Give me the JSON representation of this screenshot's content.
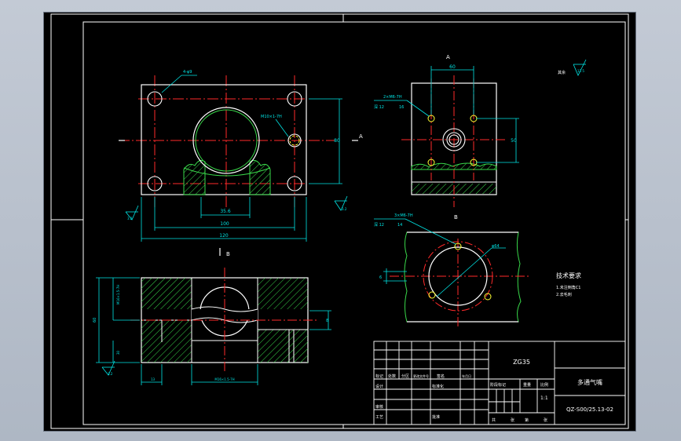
{
  "colors": {
    "background": "#000000",
    "outline": "#ffffff",
    "centerline": "#ff2a2a",
    "dimension": "#00e5e5",
    "section": "#39d84a",
    "thread": "#ffff33"
  },
  "drawing": {
    "front_view": {
      "dim_bottom_inner": "35.6",
      "dim_bottom_mid": "100",
      "dim_bottom_outer": "120",
      "dim_right": "80",
      "section_label": "A",
      "roughness_left": "3.2",
      "roughness_right": "3.2",
      "note_hole": "4-φ9",
      "note_thread": "M10×1-7H"
    },
    "side_view": {
      "view_label": "A",
      "dim_top": "60",
      "dim_right": "50",
      "note_thread": "2×M6-7H",
      "note_depth": "深 12",
      "note_depth2": "16"
    },
    "section_view": {
      "section_label": "B",
      "dim_left_total": "60",
      "dim_left_upper": "M16×1.5-7H",
      "dim_left_lower": "30",
      "dim_right": "8",
      "dim_bottom_left": "13",
      "dim_bottom_mid": "M16×1.5-7H",
      "roughness": "3.2"
    },
    "b_view": {
      "view_label": "B",
      "note_thread": "3×M6-7H",
      "note_depth": "深 12",
      "note_depth2": "14",
      "note_circle": "φ64",
      "dim_left": "6"
    },
    "roughness_corner": {
      "label": "其余",
      "value": "12.5"
    },
    "tech_req": {
      "title": "技术要求",
      "items": [
        "1.未注倒角C1",
        "2.去毛刺"
      ]
    }
  },
  "title_block": {
    "material": "ZG35",
    "part_name": "多通气嘴",
    "drawing_no": "QZ-S00/25.13-02",
    "scale": "1:1",
    "row_labels": [
      "标记",
      "处数",
      "分区",
      "更改文件号",
      "签名",
      "年月日"
    ],
    "design_label": "设计",
    "standard_label": "标准化",
    "stage_label": "阶段标记",
    "weight_label": "重量",
    "scale_label": "比例",
    "review_label": "审核",
    "process_label": "工艺",
    "approve_label": "批准",
    "sheet_total": "共",
    "sheet_label": "张",
    "sheet_no": "第",
    "sheet_label2": "张"
  }
}
